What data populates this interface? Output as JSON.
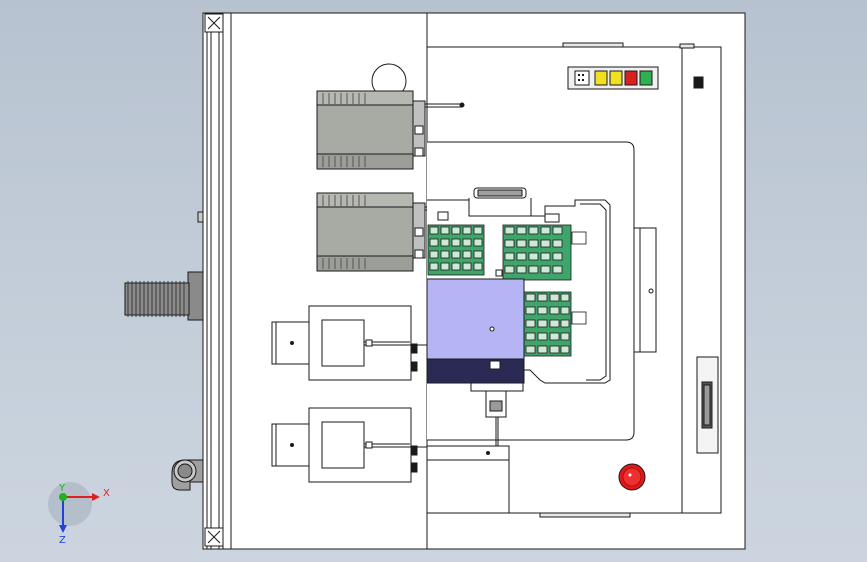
{
  "triad": {
    "x_label": "X",
    "y_label": "Y",
    "z_label": "Z",
    "x_color": "#e02020",
    "y_color": "#20b020",
    "z_color": "#2040e0"
  },
  "colors": {
    "background": "#c2ccd8",
    "line": "#1a1a1a",
    "motor": "#a8aaa4",
    "slide_block": "#b5b5f5",
    "slide_block_dark": "#2a2a55",
    "connector_green": "#3fa56a",
    "emergency_button": "#e01818",
    "indicator_yellow": "#f0e020",
    "indicator_red": "#d82020",
    "indicator_green": "#30b050"
  }
}
